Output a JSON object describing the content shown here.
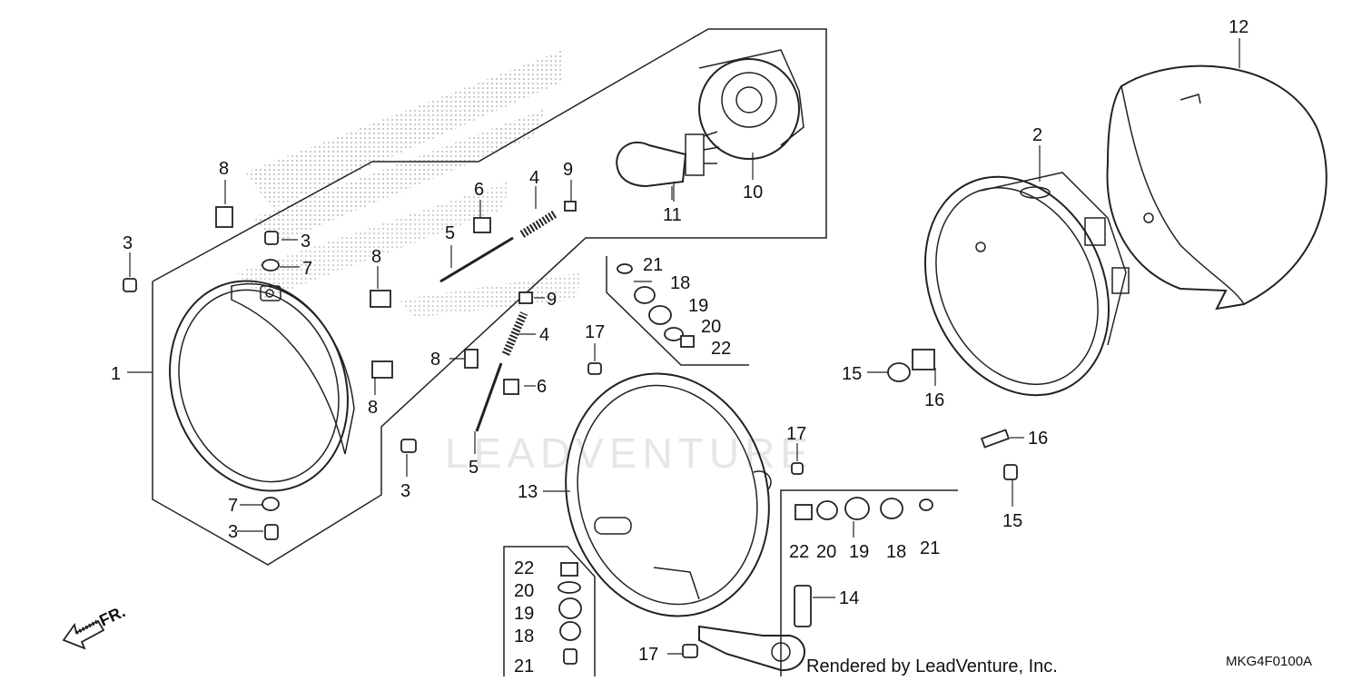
{
  "diagram": {
    "callouts": [
      "1",
      "2",
      "3",
      "4",
      "5",
      "6",
      "7",
      "8",
      "9",
      "10",
      "11",
      "12",
      "13",
      "14",
      "15",
      "16",
      "17",
      "18",
      "19",
      "20",
      "21",
      "22"
    ],
    "watermark": "LEADVENTURE",
    "direction_marker": "FR.",
    "credit": "Rendered by LeadVenture, Inc.",
    "code": "MKG4F0100A"
  }
}
